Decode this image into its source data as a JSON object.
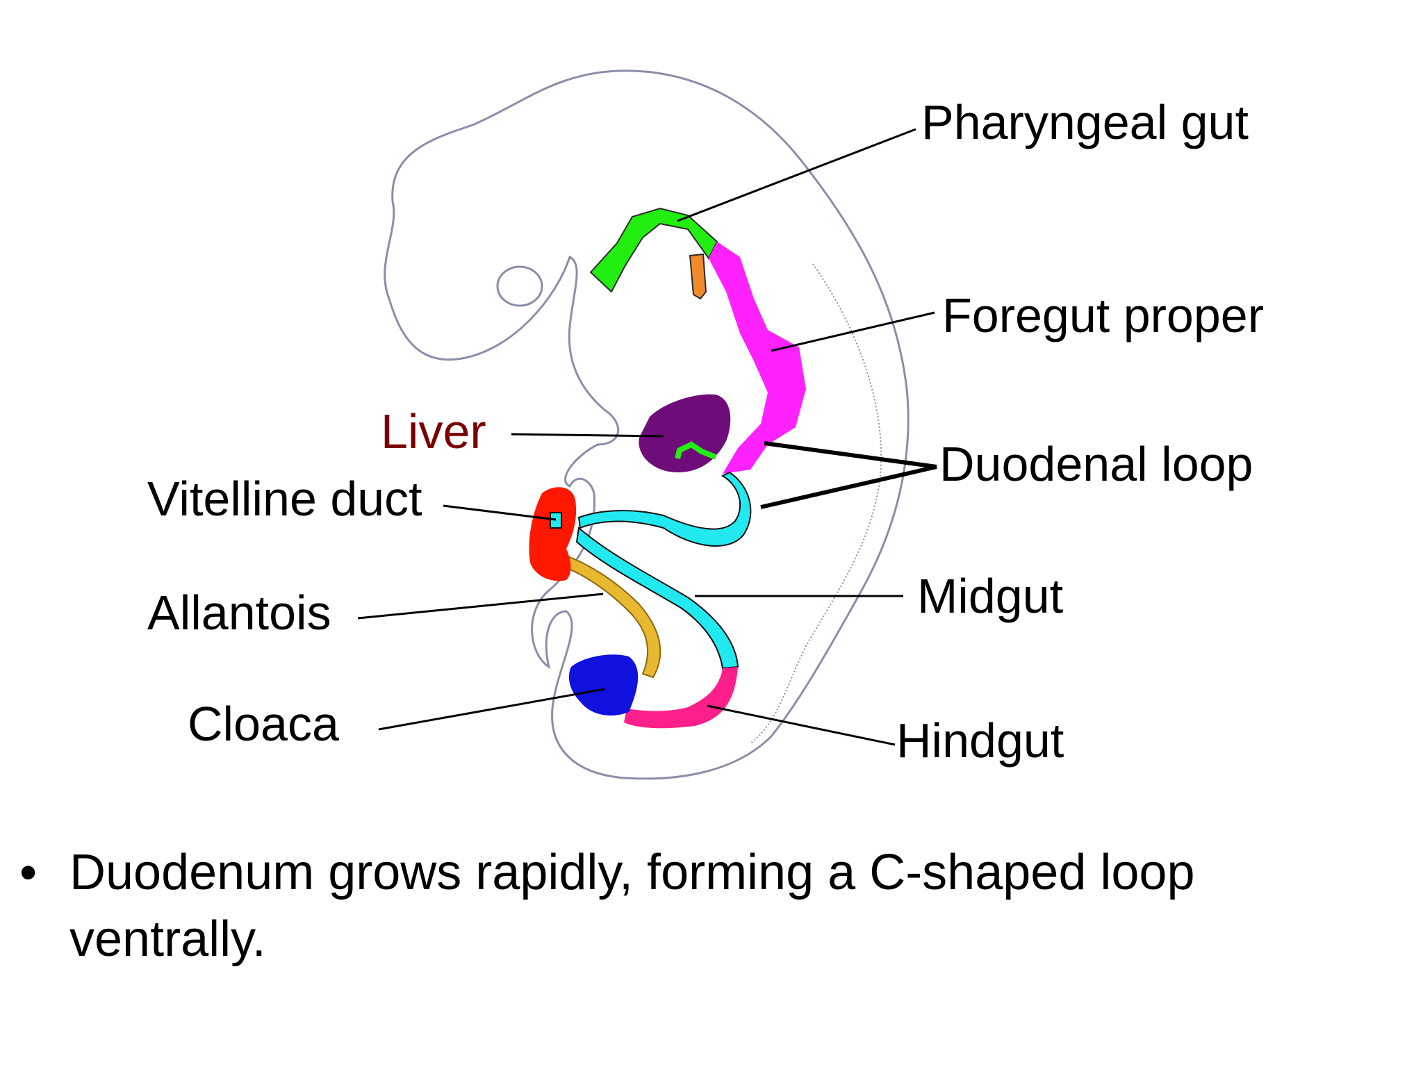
{
  "labels": {
    "pharyngeal_gut": "Pharyngeal gut",
    "foregut_proper": "Foregut proper",
    "liver": "Liver",
    "duodenal_loop": "Duodenal loop",
    "vitelline_duct": "Vitelline duct",
    "allantois": "Allantois",
    "midgut": "Midgut",
    "cloaca": "Cloaca",
    "hindgut": "Hindgut"
  },
  "colors": {
    "pharyngeal_gut": "#22ee11",
    "foregut_proper": "#ff22ff",
    "liver": "#6e0c7a",
    "midgut": "#22e8f0",
    "hindgut": "#ff1f8a",
    "cloaca": "#1111dd",
    "allantois": "#e8b830",
    "vitelline_duct": "#ff1800",
    "outline": "#8a8ea8",
    "liver_label": "#7a0000"
  },
  "bullets": [
    {
      "marker": "•",
      "text": "Duodenum grows rapidly, forming a C-shaped loop ventrally."
    }
  ]
}
